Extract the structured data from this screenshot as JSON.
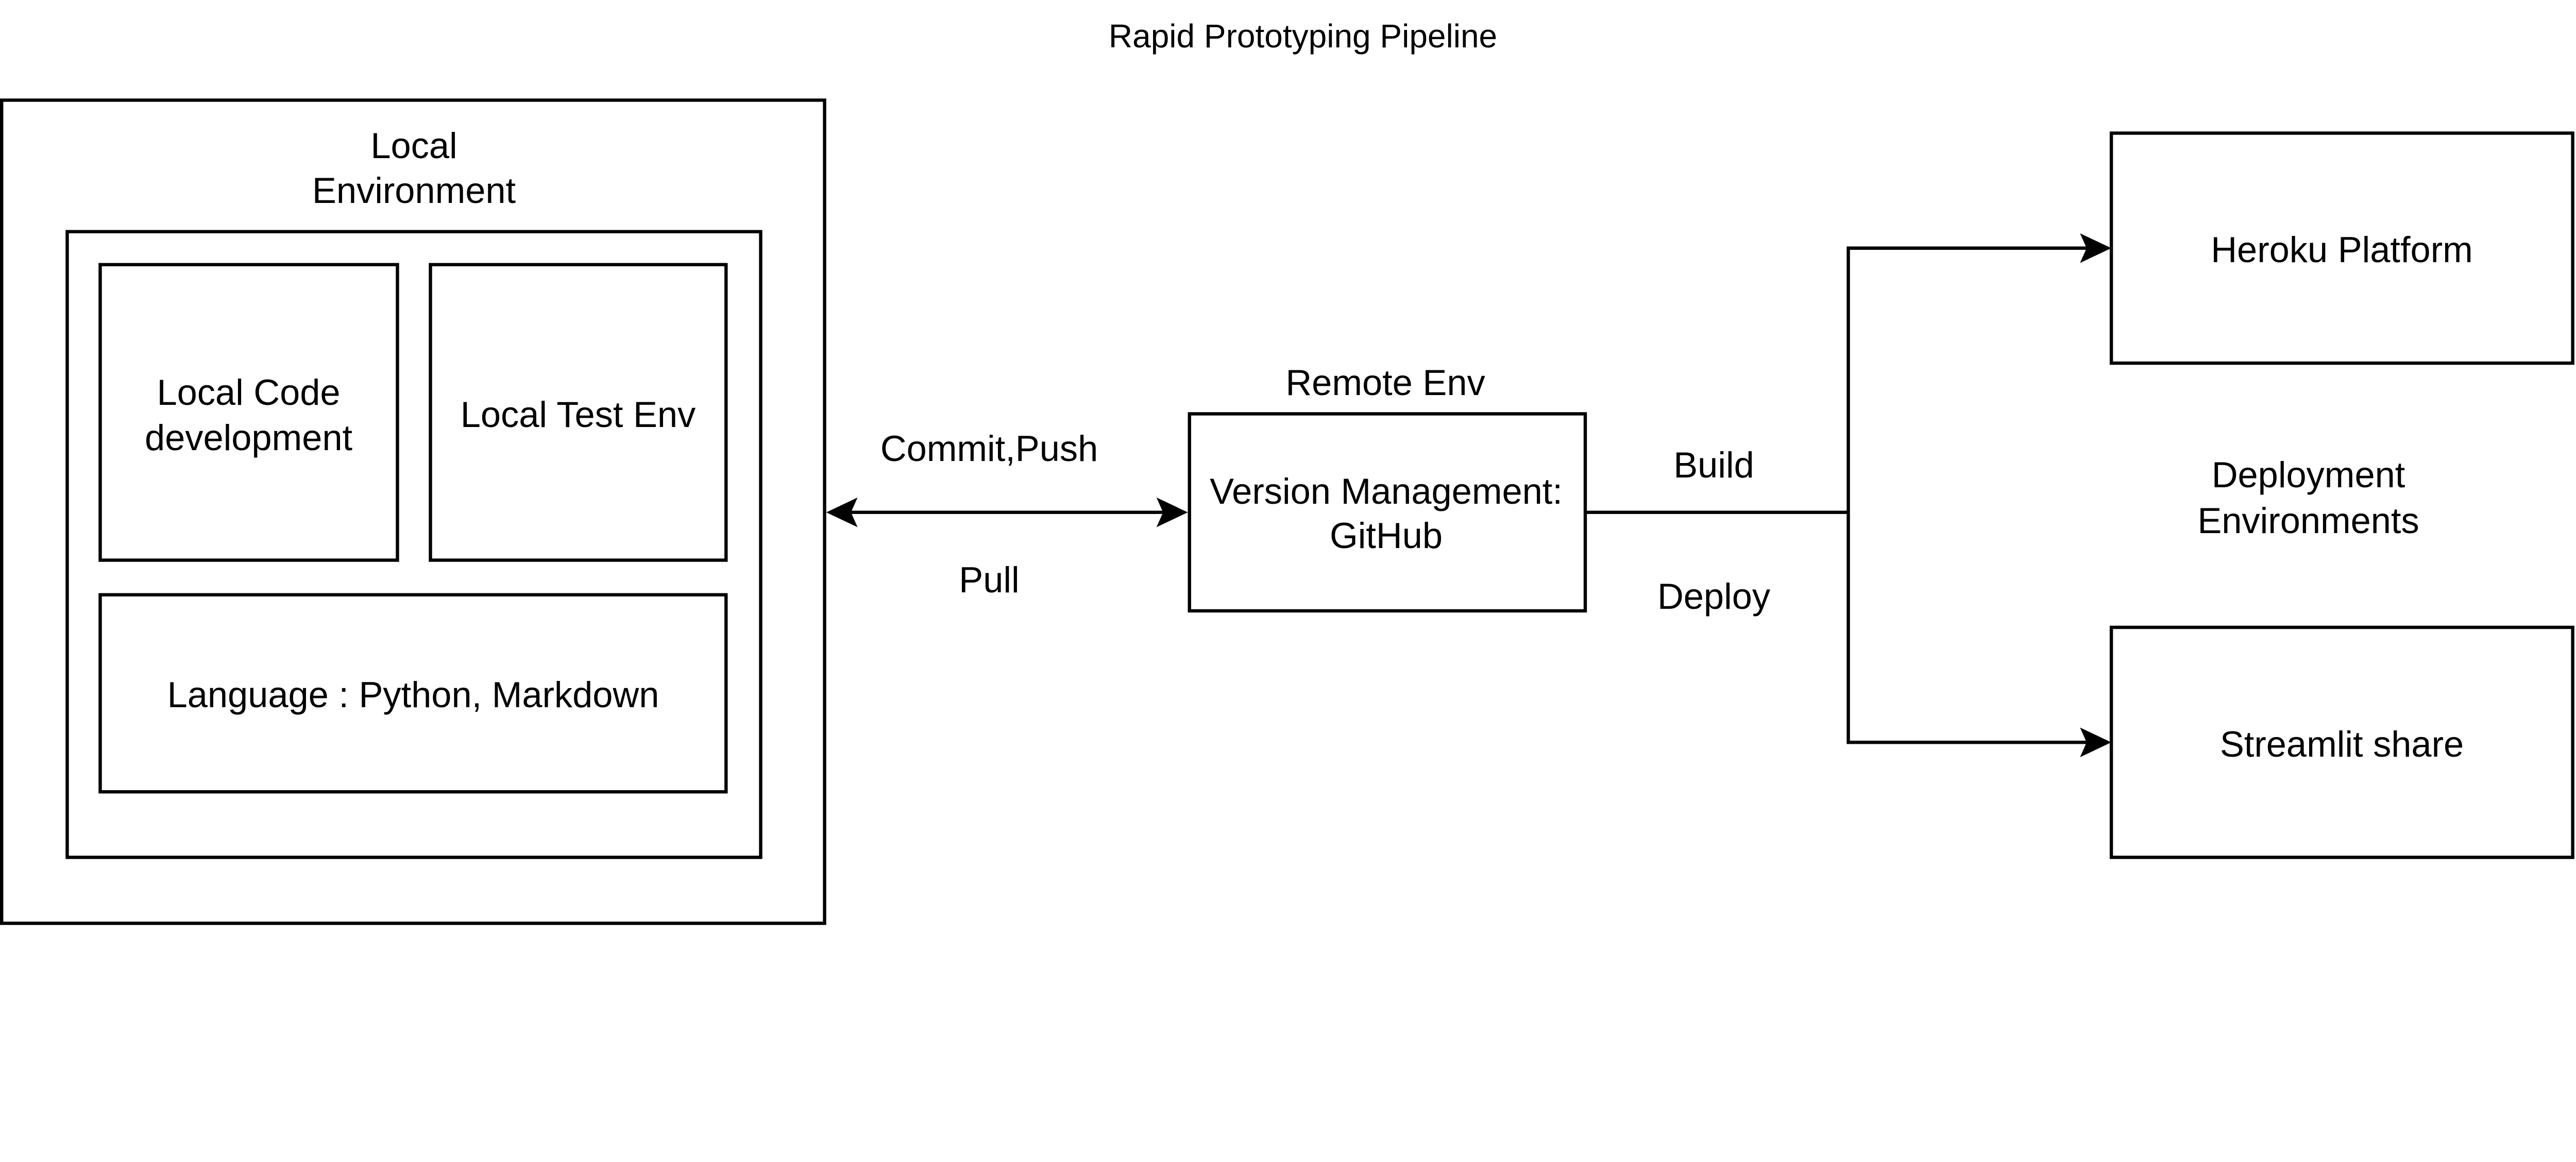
{
  "title": "Rapid Prototyping Pipeline",
  "local_environment": {
    "label_line1": "Local",
    "label_line2": "Environment",
    "local_code": {
      "line1": "Local Code",
      "line2": "development"
    },
    "local_test": "Local Test Env",
    "language": "Language : Python, Markdown"
  },
  "remote_env": {
    "label": "Remote Env",
    "box_line1": "Version Management:",
    "box_line2": "GitHub"
  },
  "edges": {
    "commit_push": "Commit,Push",
    "pull": "Pull",
    "build": "Build",
    "deploy": "Deploy"
  },
  "deployment": {
    "label_line1": "Deployment",
    "label_line2": "Environments",
    "heroku": "Heroku Platform",
    "streamlit": "Streamlit share"
  },
  "colors": {
    "stroke": "#000000",
    "background": "#ffffff"
  }
}
